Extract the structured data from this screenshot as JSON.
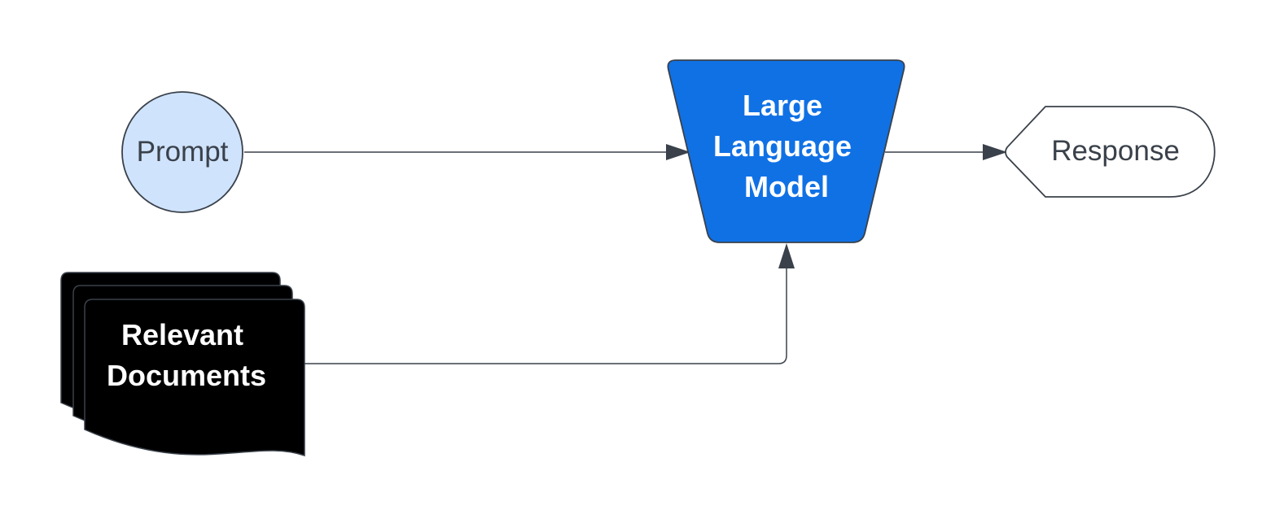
{
  "diagram": {
    "nodes": {
      "prompt": {
        "label": "Prompt",
        "fill": "#cfe3fc",
        "stroke": "#3a414a",
        "text_color": "#3a414a"
      },
      "llm": {
        "label_lines": [
          "Large",
          "Language",
          "Model"
        ],
        "fill": "#1071e5",
        "stroke": "#3a414a",
        "text_color": "#ffffff"
      },
      "response": {
        "label": "Response",
        "fill": "#ffffff",
        "stroke": "#3a414a",
        "text_color": "#3a414a"
      },
      "documents": {
        "label_lines": [
          "Relevant",
          "Documents"
        ],
        "fill": "#000000",
        "stroke": "#3a414a",
        "text_color": "#ffffff"
      }
    },
    "edges": [
      {
        "from": "prompt",
        "to": "llm"
      },
      {
        "from": "llm",
        "to": "response"
      },
      {
        "from": "documents",
        "to": "llm"
      }
    ],
    "edge_color": "#3a414a"
  }
}
